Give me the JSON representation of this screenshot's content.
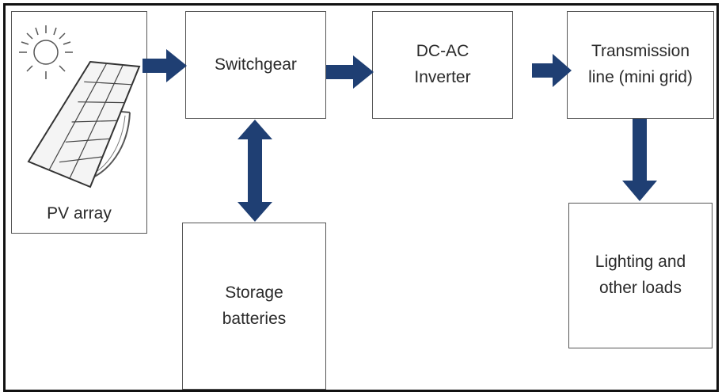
{
  "diagram": {
    "blocks": {
      "pv_array": {
        "label": "PV array",
        "icon": "solar-panel-with-sun-icon"
      },
      "switchgear": {
        "label": "Switchgear"
      },
      "inverter": {
        "label": "DC-AC\nInverter"
      },
      "transmission": {
        "label": "Transmission\nline (mini grid)"
      },
      "storage": {
        "label": "Storage\nbatteries"
      },
      "loads": {
        "label": "Lighting and\nother loads"
      }
    },
    "connections": [
      {
        "from": "pv_array",
        "to": "switchgear",
        "direction": "one-way"
      },
      {
        "from": "switchgear",
        "to": "inverter",
        "direction": "one-way"
      },
      {
        "from": "inverter",
        "to": "transmission",
        "direction": "one-way"
      },
      {
        "from": "switchgear",
        "to": "storage",
        "direction": "two-way"
      },
      {
        "from": "transmission",
        "to": "loads",
        "direction": "one-way"
      }
    ],
    "colors": {
      "arrow": "#1f3f73",
      "box_border": "#555555",
      "frame_border": "#111111",
      "text": "#2a2a2a"
    }
  }
}
